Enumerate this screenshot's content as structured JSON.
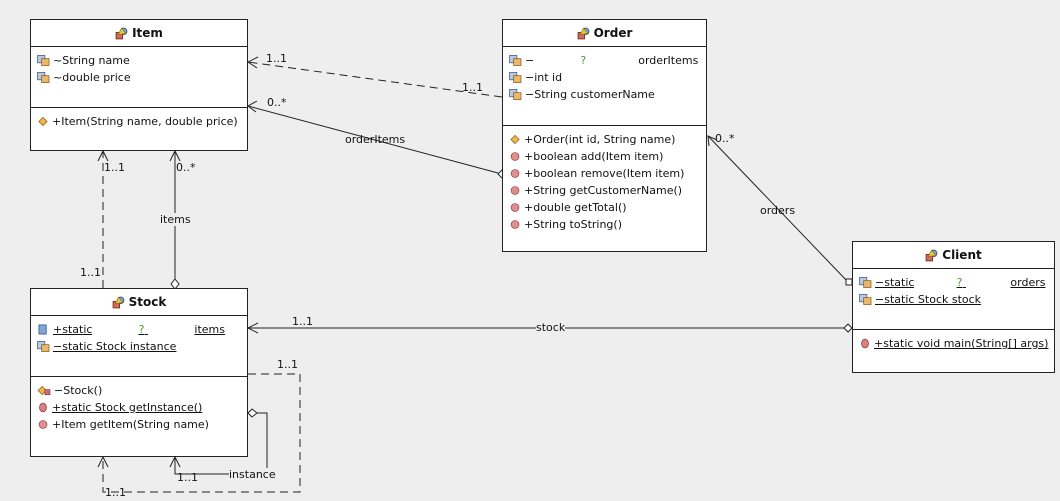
{
  "classes": {
    "item": {
      "name": "Item",
      "attributes": [
        {
          "text": "~String name",
          "icon": "field-package-icon"
        },
        {
          "text": "~double price",
          "icon": "field-package-icon"
        }
      ],
      "operations": [
        {
          "text": "+Item(String name, double price)",
          "icon": "constructor-icon"
        }
      ]
    },
    "order": {
      "name": "Order",
      "attr_order_items": {
        "prefix": "−",
        "q": "?",
        "name": "orderItems"
      },
      "attributes": [
        {
          "text": "−int id",
          "icon": "field-private-icon"
        },
        {
          "text": "−String customerName",
          "icon": "field-private-icon"
        }
      ],
      "operations": [
        {
          "text": "+Order(int id, String name)",
          "icon": "constructor-icon"
        },
        {
          "text": "+boolean add(Item item)",
          "icon": "method-public-icon"
        },
        {
          "text": "+boolean remove(Item item)",
          "icon": "method-public-icon"
        },
        {
          "text": "+String getCustomerName()",
          "icon": "method-public-icon"
        },
        {
          "text": "+double getTotal()",
          "icon": "method-public-icon"
        },
        {
          "text": "+String toString()",
          "icon": "method-public-icon"
        }
      ]
    },
    "stock": {
      "name": "Stock",
      "attr_items": {
        "prefix": "+static",
        "q": "?",
        "name": "items"
      },
      "attr_instance": "−static Stock instance",
      "operations": [
        {
          "text": "−Stock()",
          "icon": "constructor-private-icon",
          "static": false
        },
        {
          "text": "+static Stock getInstance()",
          "icon": "method-static-icon",
          "static": true
        },
        {
          "text": "+Item getItem(String name)",
          "icon": "method-public-icon",
          "static": false
        }
      ]
    },
    "client": {
      "name": "Client",
      "attr_orders": {
        "prefix": "−static",
        "q": "?",
        "name": "orders"
      },
      "attr_stock": "−static Stock stock",
      "operations": [
        {
          "text": "+static void main(String[] args)",
          "icon": "method-static-icon"
        }
      ]
    }
  },
  "relations": {
    "order_item_dep_mult_item": "1..1",
    "order_item_dep_mult_order": "1..1",
    "order_items_assoc_mult": "0..*",
    "order_items_assoc_label": "orderItems",
    "client_orders_mult": "0..*",
    "client_orders_label": "orders",
    "stock_item_dep_mult_top": "1..1",
    "stock_item_dep_mult_bottom": "1..1",
    "stock_items_mult": "0..*",
    "stock_items_label": "items",
    "client_stock_mult": "1..1",
    "client_stock_label": "stock",
    "stock_self_dep_mult_top": "1..1",
    "stock_self_dep_mult_bottom": "1..1",
    "stock_instance_mult": "1..1",
    "stock_instance_label": "instance"
  },
  "colors": {
    "background": "#eeeeee",
    "class_fill": "#ffffff",
    "line": "#222222",
    "qmark": "#4aa02c"
  }
}
